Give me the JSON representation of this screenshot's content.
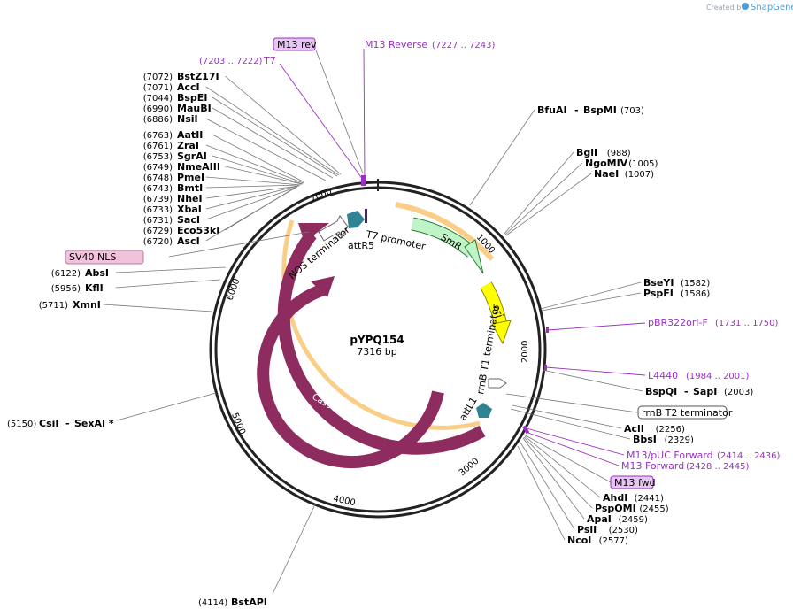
{
  "brand": {
    "created_by": "Created by",
    "product": "SnapGene"
  },
  "plasmid": {
    "name": "pYPQ154",
    "size": "7316 bp",
    "length": 7316
  },
  "ticks": [
    "1000",
    "2000",
    "3000",
    "4000",
    "5000",
    "6000",
    "7000"
  ],
  "enzymes_left": [
    {
      "name": "BstZ17I",
      "pos": "(7072)"
    },
    {
      "name": "AccI",
      "pos": "(7071)"
    },
    {
      "name": "BspEI",
      "pos": "(7044)"
    },
    {
      "name": "MauBI",
      "pos": "(6990)"
    },
    {
      "name": "NsiI",
      "pos": "(6886)"
    },
    {
      "name": "AatII",
      "pos": "(6763)"
    },
    {
      "name": "ZraI",
      "pos": "(6761)"
    },
    {
      "name": "SgrAI",
      "pos": "(6753)"
    },
    {
      "name": "NmeAIII",
      "pos": "(6749)"
    },
    {
      "name": "PmeI",
      "pos": "(6748)"
    },
    {
      "name": "BmtI",
      "pos": "(6743)"
    },
    {
      "name": "NheI",
      "pos": "(6739)"
    },
    {
      "name": "XbaI",
      "pos": "(6733)"
    },
    {
      "name": "SacI",
      "pos": "(6731)"
    },
    {
      "name": "Eco53kI",
      "pos": "(6729)"
    },
    {
      "name": "AscI",
      "pos": "(6720)"
    }
  ],
  "enzymes_left_lower": [
    {
      "name": "AbsI",
      "pos": "(6122)"
    },
    {
      "name": "KflI",
      "pos": "(5956)"
    },
    {
      "name": "XmnI",
      "pos": "(5711)"
    }
  ],
  "enzyme_csii": {
    "pos": "(5150)",
    "name": "CsiI",
    "dash": "-",
    "name2": "SexAI *"
  },
  "enzyme_bstapi": {
    "pos": "(4114)",
    "name": "BstAPI"
  },
  "enzymes_right_top": [
    {
      "name": "BfuAI",
      "dash": "-",
      "name2": "BspMI",
      "pos": "(703)"
    },
    {
      "name": "BglI",
      "pos": "(988)"
    },
    {
      "name": "NgoMIV",
      "pos": "(1005)"
    },
    {
      "name": "NaeI",
      "pos": "(1007)"
    },
    {
      "name": "BseYI",
      "pos": "(1582)"
    },
    {
      "name": "PspFI",
      "pos": "(1586)"
    }
  ],
  "enzyme_bspqi": {
    "name": "BspQI",
    "dash": "-",
    "name2": "SapI",
    "pos": "(2003)"
  },
  "enzymes_right_bottom": [
    {
      "name": "AclI",
      "pos": "(2256)"
    },
    {
      "name": "BbsI",
      "pos": "(2329)"
    },
    {
      "name": "AhdI",
      "pos": "(2441)"
    },
    {
      "name": "PspOMI",
      "pos": "(2455)"
    },
    {
      "name": "ApaI",
      "pos": "(2459)"
    },
    {
      "name": "PsiI",
      "pos": "(2530)"
    },
    {
      "name": "NcoI",
      "pos": "(2577)"
    }
  ],
  "primers": {
    "m13rev_box": "M13 rev",
    "m13_reverse": {
      "name": "M13 Reverse",
      "pos": "(7227 .. 7243)"
    },
    "t7": {
      "name": "T7",
      "pos": "(7203 .. 7222)"
    },
    "pbr322": {
      "name": "pBR322ori-F",
      "pos": "(1731 .. 1750)"
    },
    "l4440": {
      "name": "L4440",
      "pos": "(1984 .. 2001)"
    },
    "m13puc": {
      "name": "M13/pUC Forward",
      "pos": "(2414 .. 2436)"
    },
    "m13fwd": {
      "name": "M13 Forward",
      "pos": "(2428 .. 2445)"
    },
    "m13fwd_box": "M13 fwd"
  },
  "features": {
    "sv40_nls": "SV40 NLS",
    "rrnb_t2": "rrnB T2 terminator",
    "nos_terminator": "NOS terminator",
    "attr5": "attR5",
    "t7_promoter": "T7 promoter",
    "smr": "SmR",
    "ori": "ori",
    "rrnb_t1": "rrnB T1 terminator",
    "attl1": "attL1",
    "cas9_outer": "Cas9",
    "cas9_inner": "Cas9"
  },
  "colors": {
    "backbone": "#222222",
    "cas9": "#8e2b5f",
    "smr": "#bff5c6",
    "ori": "#ffff00",
    "att": "#2e8492",
    "primer": "#9b2fc4",
    "primer_box": "#e6c6f2",
    "orf": "#f5a623",
    "nls_box": "#f1c2dc"
  }
}
